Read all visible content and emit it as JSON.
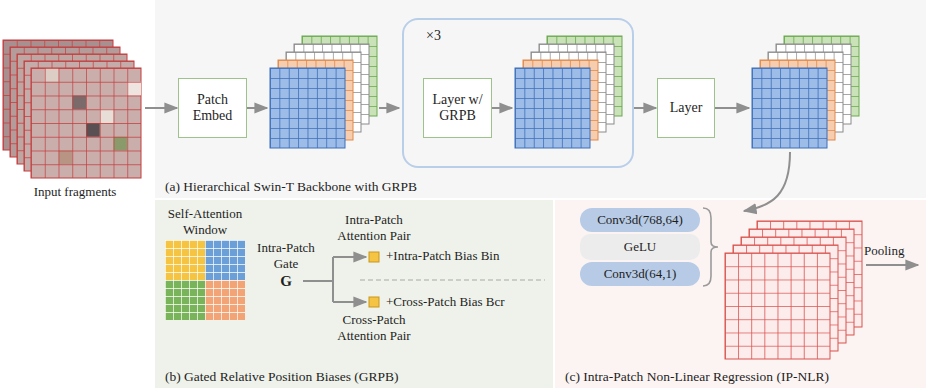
{
  "diagram": {
    "nodes": [
      {
        "text": [
          "(a) Hierarchical Swin-T Backbone with GRPB"
        ]
      },
      {
        "text": [
          "Patch Embed"
        ],
        "in": 0
      },
      {
        "text": [
          "×3"
        ],
        "in": 0
      },
      {
        "text": [
          "Layer w/ GRPB"
        ],
        "in": 2
      },
      {
        "text": [
          "Layer"
        ],
        "in": 0
      },
      {
        "text": [
          "(b) Gated Relative Position Biases (GRPB)"
        ]
      },
      {
        "text": [
          "(c) Intra-Patch Non-Linear Regression (IP-NLR)"
        ]
      },
      {
        "text": [
          "Conv3d(768,64)"
        ],
        "in": 6
      },
      {
        "text": [
          "GeLU"
        ],
        "in": 6
      },
      {
        "text": [
          "Conv3d(64,1)"
        ],
        "in": 6
      }
    ],
    "edges": [
      {
        "from": 2,
        "to": 4,
        "arrow": "to"
      }
    ],
    "labels": [
      "Input fragments",
      "Self-Attention Window",
      "Intra-Patch Gate",
      "G",
      "Intra-Patch Attention Pair",
      "+Intra-Patch Bias Bin",
      "Cross-Patch Attention Pair",
      "+Cross-Patch Bias Bcr",
      "Pooling"
    ]
  }
}
